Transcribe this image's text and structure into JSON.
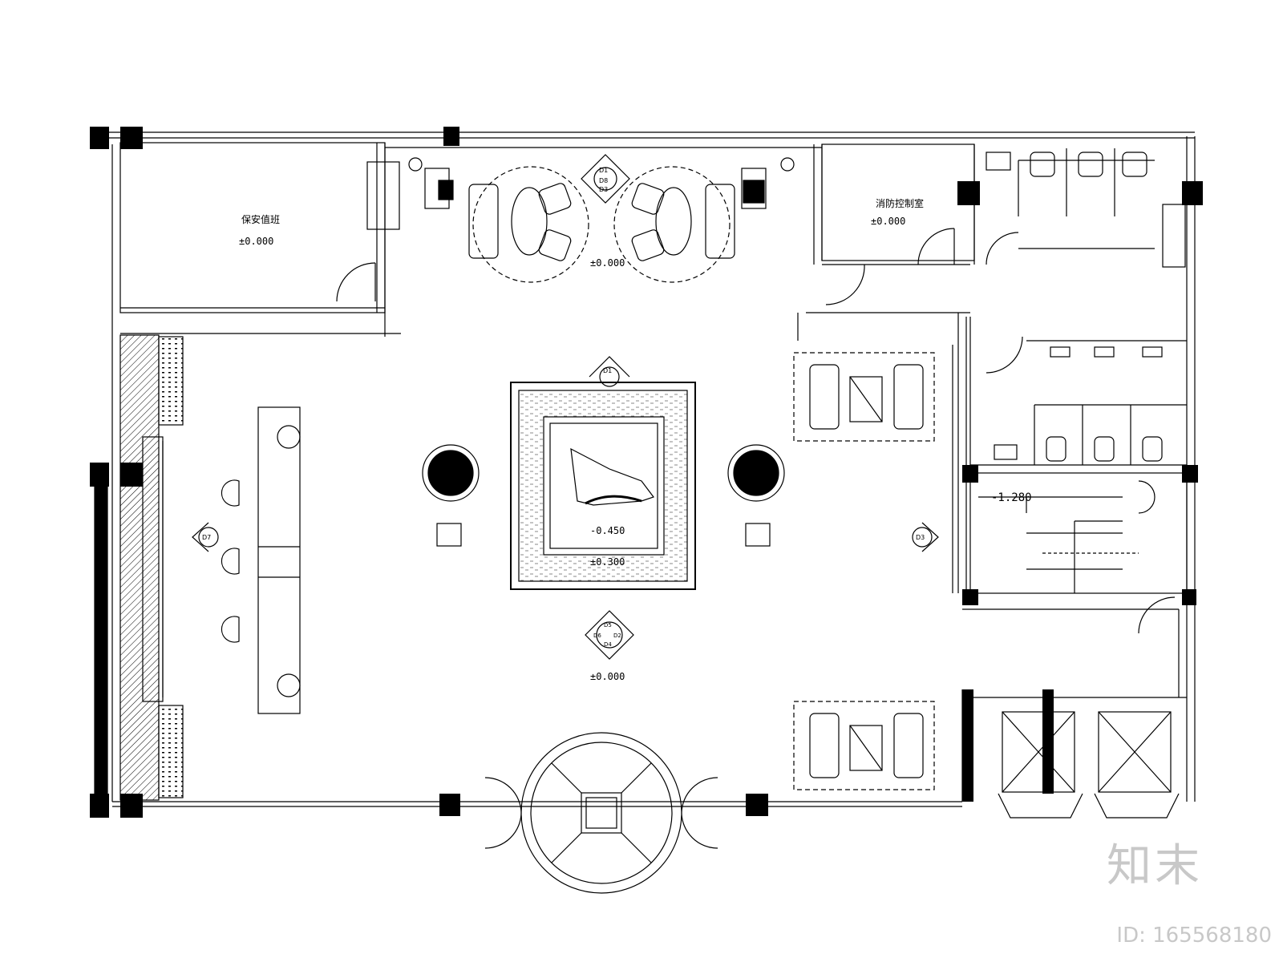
{
  "rooms": {
    "security_room": "保安值班",
    "fire_control_room": "消防控制室"
  },
  "elevations": {
    "security": "±0.000",
    "meeting": "±0.000",
    "fire": "±0.000",
    "stage_inner": "-0.450",
    "stage_outer": "±0.300",
    "lobby_center": "±0.000",
    "stair": "-1.280"
  },
  "index_marks": {
    "top_a": "D1",
    "top_b": "D8",
    "top_c": "D3",
    "north": "D1",
    "east": "D3",
    "west": "D7",
    "center_n": "D5",
    "center_e": "D2",
    "center_s": "D4",
    "center_w": "D6"
  },
  "watermark": {
    "logo": "知末",
    "id": "ID: 165568180"
  }
}
